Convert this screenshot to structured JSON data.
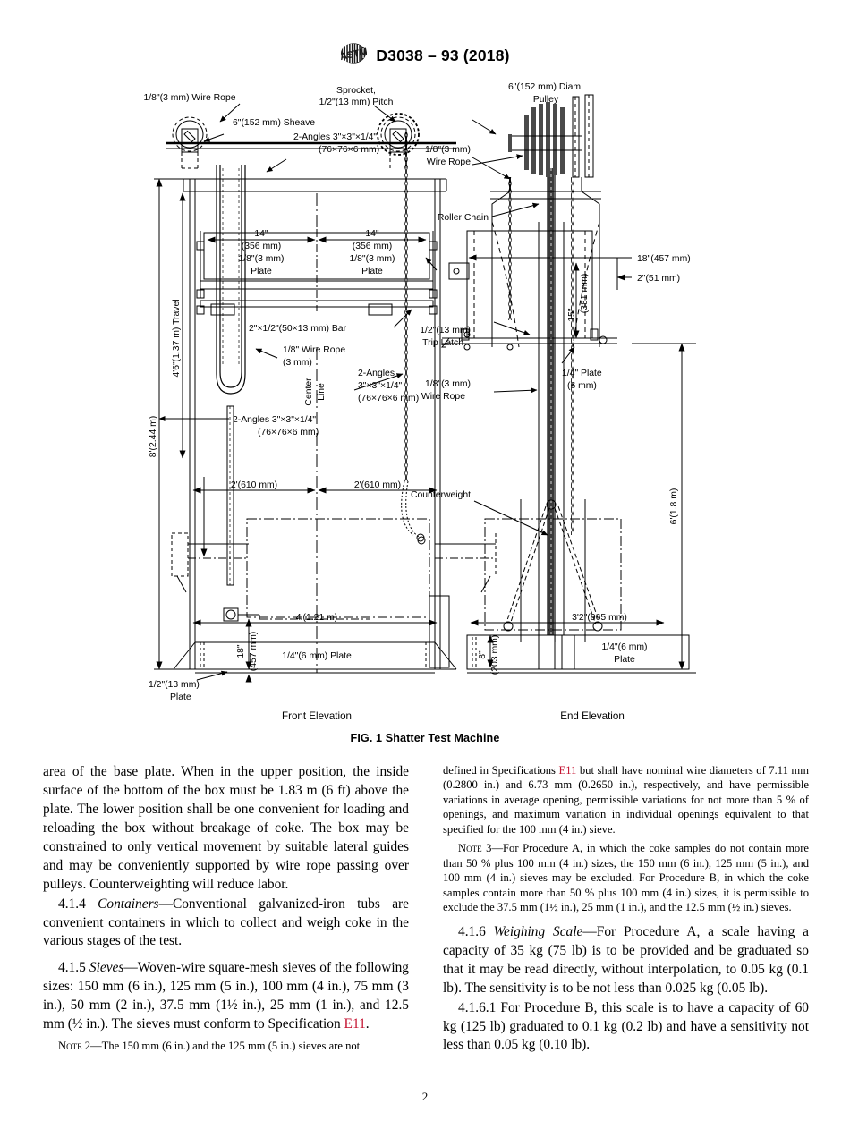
{
  "header": {
    "logo_icon": "astm-logo",
    "designation": "D3038 – 93 (2018)"
  },
  "figure": {
    "caption": "FIG. 1  Shatter Test Machine",
    "front_elevation_label": "Front Elevation",
    "end_elevation_label": "End Elevation",
    "labels": {
      "wire_rope_top_left_1": "1/8\"(3 mm) Wire Rope",
      "sprocket_1": "Sprocket,",
      "sprocket_2": "1/2\"(13 mm) Pitch",
      "pulley_1": "6\"(152 mm) Diam.",
      "pulley_2": "Pulley",
      "sheave": "6\"(152 mm) Sheave",
      "angles_top_1": "2-Angles 3\"×3\"×1/4\"",
      "angles_top_2": "(76×76×6 mm)",
      "wire_rope_right_1": "1/8\"(3 mm)",
      "wire_rope_right_2": "Wire Rope",
      "roller_chain": "Roller Chain",
      "dim_14_a_1": "14\"",
      "dim_14_a_2": "(356 mm)",
      "plate_a_1": "1/8\"(3 mm)",
      "plate_a_2": "Plate",
      "dim_14_b_1": "14\"",
      "dim_14_b_2": "(356 mm)",
      "plate_b_1": "1/8\"(3 mm)",
      "plate_b_2": "Plate",
      "bar": "2\"×1/2\"(50×13 mm) Bar",
      "wire_rope_mid_1": "1/8\" Wire Rope",
      "wire_rope_mid_2": "(3 mm)",
      "angles_mid_1": "2-Angles",
      "angles_mid_2": "3\"×3\"×1/4\"",
      "angles_mid_3": "(76×76×6 mm)",
      "angles_low_1": "2-Angles 3\"×3\"×1/4\"",
      "angles_low_2": "(76×76×6 mm)",
      "travel": "4'6\"(1.37 m) Travel",
      "height_8ft": "8'(2.44 m)",
      "center_line_1": "Center",
      "center_line_2": "Line",
      "dim_2ft_a": "2'(610 mm)",
      "dim_2ft_b": "2'(610 mm)",
      "dim_4ft": "4'(1.21 m)",
      "dim_18in_1": "18\"",
      "dim_18in_2": "(457 mm)",
      "plate_quarter_front": "1/4\"(6 mm) Plate",
      "plate_half_1": "1/2\"(13 mm)",
      "plate_half_2": "Plate",
      "trip_latch_1": "1/2\"(13 mm)",
      "trip_latch_2": "Trip Latch",
      "wire_rope_low_1": "1/8\"(3 mm)",
      "wire_rope_low_2": "Wire Rope",
      "counterweight": "Counterweight",
      "dim_18in_right": "18\"(457 mm)",
      "dim_2in": "2\"(51 mm)",
      "dim_15in": "15\"",
      "dim_381": "(381 mm)",
      "plate_quarter_end_1": "1/4\" Plate",
      "plate_quarter_end_2": "(6 mm)",
      "height_6ft": "6'(1.8 m)",
      "dim_3ft2": "3'2\"(965 mm)",
      "dim_8in": "8\"",
      "dim_203": "(203 mm)",
      "plate_quarter_base_1": "1/4\"(6 mm)",
      "plate_quarter_base_2": "Plate"
    }
  },
  "body": {
    "left_column": {
      "para_continued": "area of the base plate. When in the upper position, the inside surface of the bottom of the box must be 1.83 m (6 ft) above the plate. The lower position shall be one convenient for loading and reloading the box without breakage of coke. The box may be constrained to only vertical movement by suitable lateral guides and may be conveniently supported by wire rope passing over pulleys. Counterweighting will reduce labor.",
      "para_414_num": "4.1.4",
      "para_414_term": "Containers",
      "para_414_text": "—Conventional galvanized-iron tubs are convenient containers in which to collect and weigh coke in the various stages of the test.",
      "para_415_num": "4.1.5",
      "para_415_term": "Sieves",
      "para_415_text_a": "—Woven-wire square-mesh sieves of the following sizes: 150 mm (6 in.), 125 mm (5 in.), 100 mm (4 in.), 75 mm (3 in.), 50 mm (2 in.), 37.5 mm (1½ in.), 25 mm (1 in.), and 12.5 mm (½ in.). The sieves must conform to Specification ",
      "para_415_link": "E11",
      "para_415_text_b": ".",
      "note2_label": "Note 2",
      "note2_text": "—The 150 mm (6 in.) and the 125 mm (5 in.) sieves are not"
    },
    "right_column": {
      "para_note2_cont_a": "defined in Specifications ",
      "para_note2_link": "E11",
      "para_note2_cont_b": " but shall have nominal wire diameters of 7.11 mm (0.2800 in.) and 6.73 mm (0.2650 in.), respectively, and have permissible variations in average opening, permissible variations for not more than 5 % of openings, and maximum variation in individual openings equivalent to that specified for the 100 mm (4 in.) sieve.",
      "note3_label": "Note 3",
      "note3_text": "—For Procedure A, in which the coke samples do not contain more than 50 % plus 100 mm (4 in.) sizes, the 150 mm (6 in.), 125 mm (5 in.), and 100 mm (4 in.) sieves may be excluded. For Procedure B, in which the coke samples contain more than 50 % plus 100 mm (4 in.) sizes, it is permissible to exclude the 37.5 mm (1½ in.), 25 mm (1 in.), and the 12.5 mm (½ in.) sieves.",
      "para_416_num": "4.1.6",
      "para_416_term": "Weighing Scale",
      "para_416_text": "—For Procedure A, a scale having a capacity of 35 kg (75 lb) is to be provided and be graduated so that it may be read directly, without interpolation, to 0.05 kg (0.1 lb). The sensitivity is to be not less than 0.025 kg (0.05 lb).",
      "para_4161_num": "4.1.6.1",
      "para_4161_text": " For Procedure B, this scale is to have a capacity of 60 kg (125 lb) graduated to 0.1 kg (0.2 lb) and have a sensitivity not less than 0.05 kg (0.10 lb)."
    }
  },
  "footer": {
    "page_number": "2"
  },
  "colors": {
    "link": "#c41230",
    "ink": "#000000",
    "paper": "#ffffff"
  }
}
